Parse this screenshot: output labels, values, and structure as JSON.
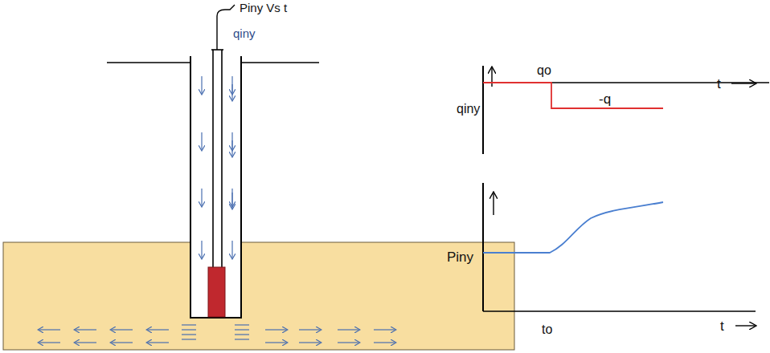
{
  "diagram": {
    "labels": [
      "Piny Vs t",
      "qiny",
      "qo",
      "-q",
      "t",
      "qiny",
      "Piny",
      "t",
      "to"
    ]
  }
}
